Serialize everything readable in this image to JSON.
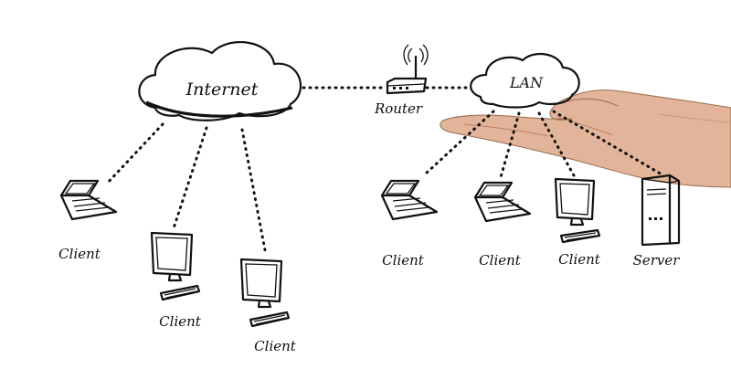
{
  "clouds": {
    "internet": {
      "label": "Internet"
    },
    "lan": {
      "label": "LAN"
    }
  },
  "router": {
    "label": "Router"
  },
  "internet_clients": [
    {
      "label": "Client",
      "device": "laptop-icon"
    },
    {
      "label": "Client",
      "device": "desktop-icon"
    },
    {
      "label": "Client",
      "device": "desktop-icon"
    }
  ],
  "lan_devices": [
    {
      "label": "Client",
      "device": "laptop-icon"
    },
    {
      "label": "Client",
      "device": "laptop-icon"
    },
    {
      "label": "Client",
      "device": "desktop-icon"
    },
    {
      "label": "Server",
      "device": "server-icon"
    }
  ],
  "colors": {
    "line": "#111111",
    "background": "#ffffff",
    "hand": "#e2b59a"
  }
}
